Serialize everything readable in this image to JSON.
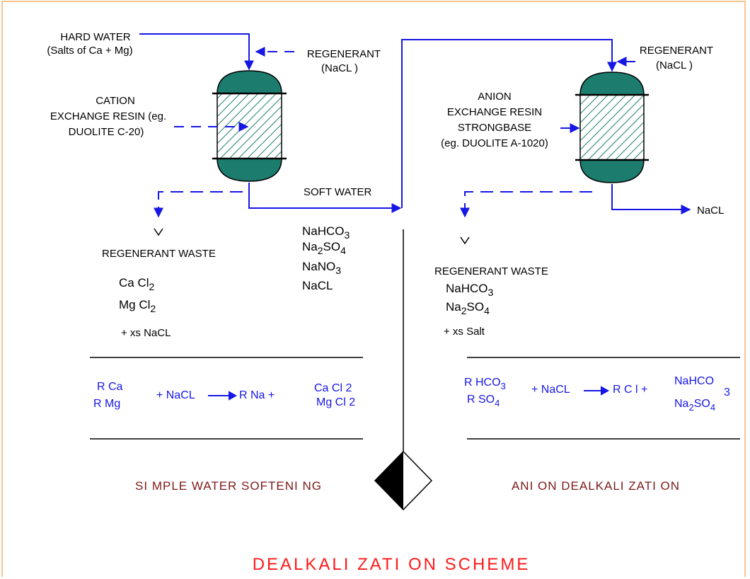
{
  "top_left": {
    "feed_line1": "HARD WATER",
    "feed_line2": "(Salts of Ca + Mg)",
    "regenerant_line1": "REGENERANT",
    "regenerant_line2": "(NaCL )",
    "cation_line1": "CATION",
    "cation_line2": "EXCHANGE RESIN (eg.",
    "cation_line3": "DUOLITE C-20)",
    "soft_water": "SOFT WATER"
  },
  "top_right": {
    "regenerant_line1": "REGENERANT",
    "regenerant_line2": "(NaCL )",
    "anion_line1": "ANION",
    "anion_line2": "EXCHANGE RESIN",
    "anion_line3": "STRONGBASE",
    "anion_line4": "(eg. DUOLITE A-1020)",
    "outlet": "NaCL"
  },
  "soft_water_salts": {
    "s1_base": "NaHCO",
    "s1_sub": "3",
    "s2_a": "Na",
    "s2_sub1": "2",
    "s2_b": "SO",
    "s2_sub2": "4",
    "s3_base": "NaNO",
    "s3_sub": "3",
    "s4": "NaCL"
  },
  "left_waste": {
    "title": "REGENERANT  WASTE",
    "w1_base": "Ca Cl",
    "w1_sub": "2",
    "w2_base": "Mg Cl",
    "w2_sub": "2",
    "w3": "+ xs  NaCL"
  },
  "right_waste": {
    "title": "REGENERANT  WASTE",
    "w1_base": "NaHCO",
    "w1_sub": "3",
    "w2_a": "Na",
    "w2_sub1": "2",
    "w2_b": "SO",
    "w2_sub2": "4",
    "w3": "+ xs Salt"
  },
  "left_equation": {
    "r1": "R  Ca",
    "r2": "R  Mg",
    "mid": "+  NaCL",
    "prod": "R  Na  +",
    "p1": "Ca Cl 2",
    "p2": "Mg Cl 2"
  },
  "right_equation": {
    "r1_a": "R  HCO",
    "r1_sub": "3",
    "r2_a": "R   SO",
    "r2_sub": "4",
    "mid": "+  NaCL",
    "prod": "R C l  +",
    "p1": "NaHCO",
    "p2_a": "Na",
    "p2_sub1": "2",
    "p2_b": "SO",
    "p2_sub2": "4",
    "p_sup": "3"
  },
  "captions": {
    "left": "SI MPLE WATER SOFTENI NG",
    "right": "ANI ON   DEALKALI ZATI ON"
  },
  "title": "DEALKALI ZATI ON  SCHEME",
  "colors": {
    "flow": "#1616e6",
    "vessel": "#1c7d6f",
    "hatch": "#1c7d6f",
    "caption": "#7a1a18",
    "title": "#ff1a1a",
    "frame": "#f6c590"
  },
  "icons": {
    "vessel": "ion-exchange-column-icon",
    "diamond": "half-filled-diamond-icon",
    "down-arrow": "chevron-down-icon"
  }
}
